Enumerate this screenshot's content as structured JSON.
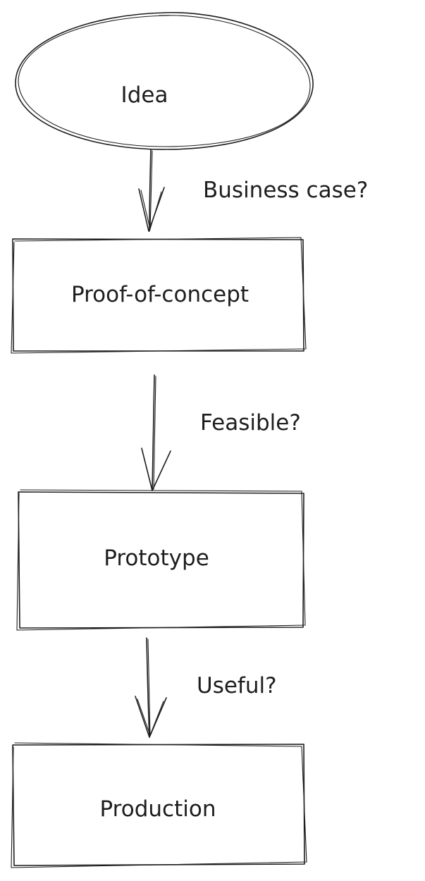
{
  "diagram": {
    "type": "flowchart",
    "stroke_color": "#1e1e1e",
    "background": "#ffffff",
    "nodes": [
      {
        "id": "idea",
        "shape": "ellipse",
        "label": "Idea"
      },
      {
        "id": "poc",
        "shape": "rectangle",
        "label": "Proof-of-concept"
      },
      {
        "id": "prototype",
        "shape": "rectangle",
        "label": "Prototype"
      },
      {
        "id": "production",
        "shape": "rectangle",
        "label": "Production"
      }
    ],
    "edges": [
      {
        "from": "idea",
        "to": "poc",
        "label": "Business case?"
      },
      {
        "from": "poc",
        "to": "prototype",
        "label": "Feasible?"
      },
      {
        "from": "prototype",
        "to": "production",
        "label": "Useful?"
      }
    ]
  }
}
